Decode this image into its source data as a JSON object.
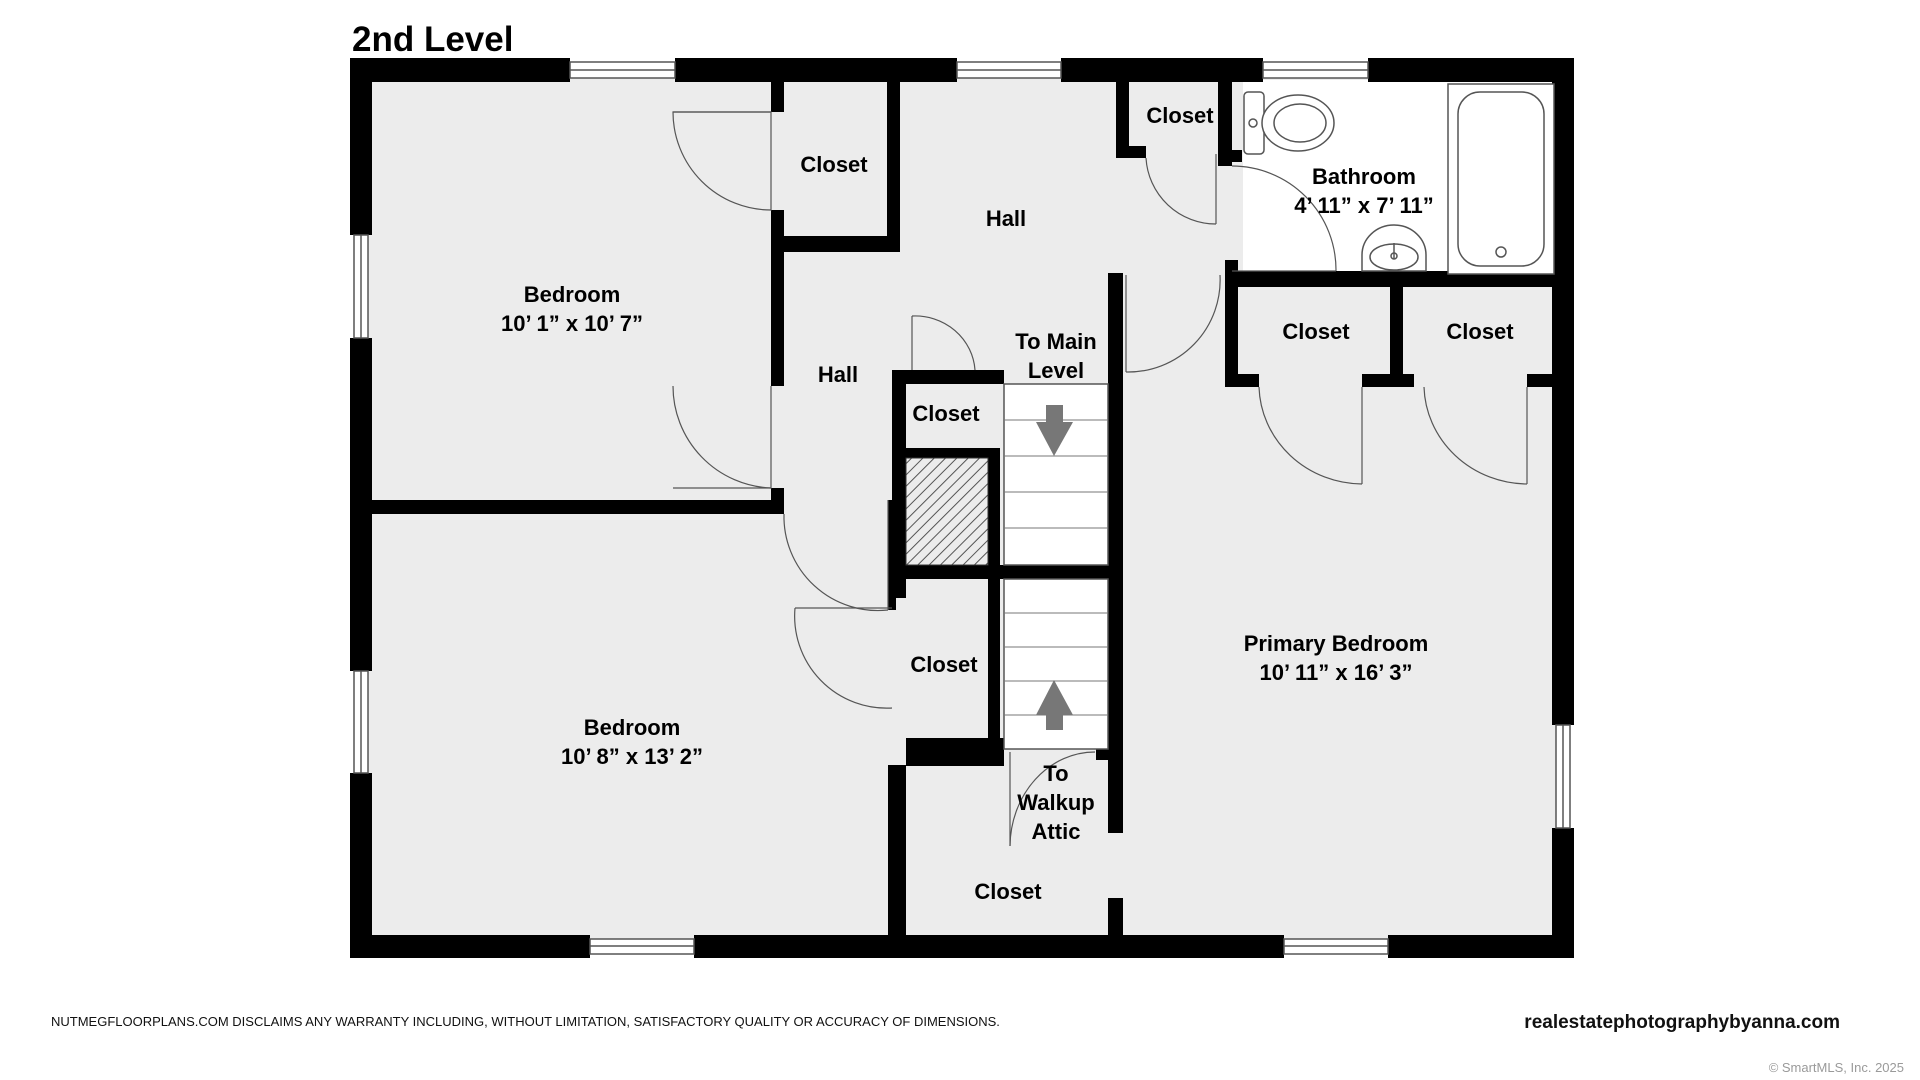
{
  "title": "2nd Level",
  "rooms": {
    "bedroom_top": {
      "name": "Bedroom",
      "dims": "10’ 1” x 10’ 7”"
    },
    "bedroom_bottom": {
      "name": "Bedroom",
      "dims": "10’ 8” x 13’ 2”"
    },
    "primary_bedroom": {
      "name": "Primary Bedroom",
      "dims": "10’ 11” x 16’ 3”"
    },
    "bathroom": {
      "name": "Bathroom",
      "dims": "4’ 11” x 7’ 11”"
    },
    "hall_upper": "Hall",
    "hall_lower": "Hall",
    "closet_bedroom_top": "Closet",
    "closet_hall_top": "Closet",
    "closet_hall_center": "Closet",
    "closet_hall_lower": "Closet",
    "closet_bottom": "Closet",
    "closet_primary_left": "Closet",
    "closet_primary_right": "Closet"
  },
  "stairs": {
    "down": {
      "line1": "To Main",
      "line2": "Level"
    },
    "up": {
      "line1": "To",
      "line2": "Walkup",
      "line3": "Attic"
    }
  },
  "footer": {
    "disclaimer": "NUTMEGFLOORPLANS.COM DISCLAIMS ANY WARRANTY INCLUDING, WITHOUT LIMITATION, SATISFACTORY QUALITY OR ACCURACY OF DIMENSIONS.",
    "website": "realestatephotographybyanna.com",
    "copyright": "© SmartMLS, Inc.  2025"
  },
  "colors": {
    "wall": "#000000",
    "floor": "#ececec",
    "arrow": "#777777"
  }
}
